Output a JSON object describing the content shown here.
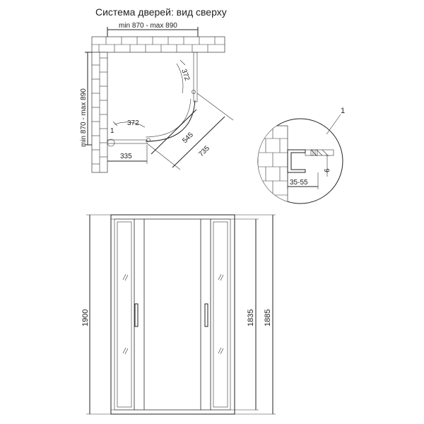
{
  "title": "Система дверей: вид сверху",
  "top_view": {
    "width_dim": "min 870 - max 890",
    "height_dim": "min 870 - max 890",
    "door_radius_1": "372",
    "door_radius_2": "372",
    "dim_545": "545",
    "dim_735": "735",
    "dim_335": "335",
    "marker_1": "1"
  },
  "detail": {
    "callout": "1",
    "dim_gap": "35-55",
    "dim_6": "6"
  },
  "front_view": {
    "dim_1900": "1900",
    "dim_1835": "1835",
    "dim_1885": "1885"
  }
}
